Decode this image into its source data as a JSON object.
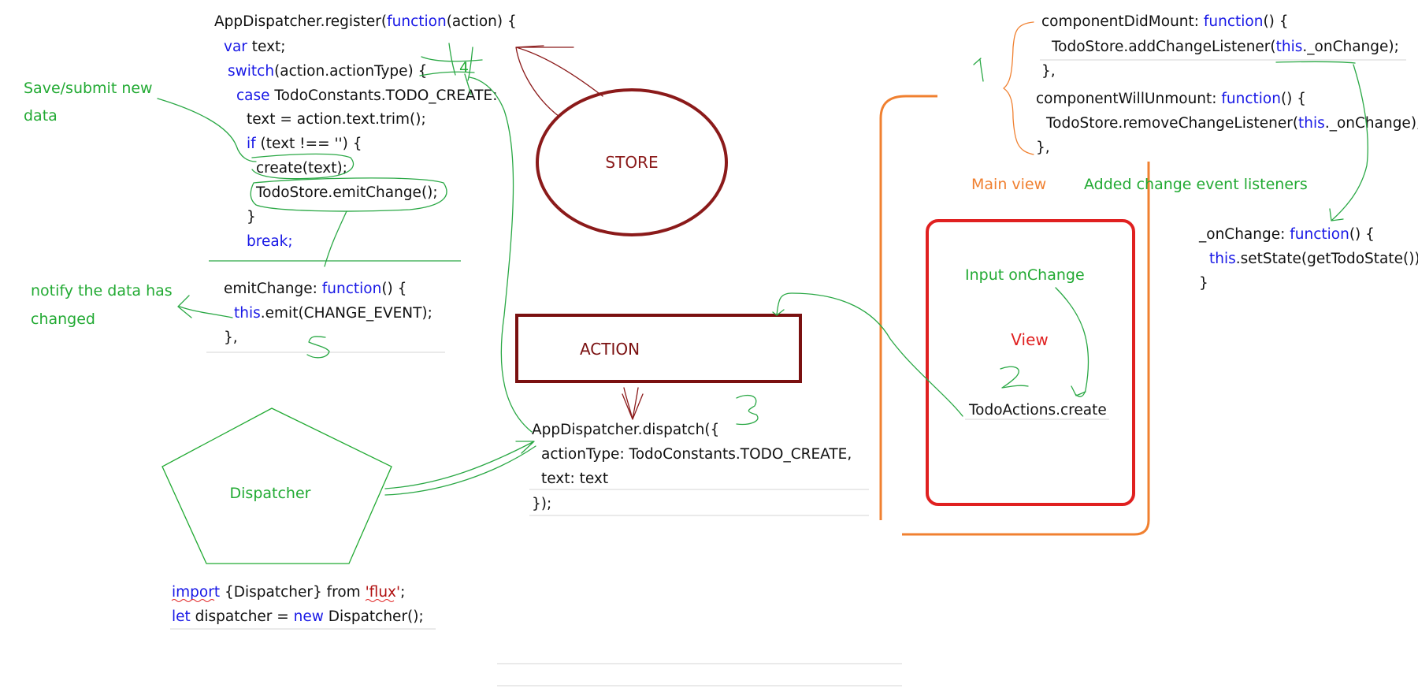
{
  "colors": {
    "store": "#8b1a1a",
    "action": "#7a1010",
    "dispatcher": "#22aa33",
    "notes": "#22aa33",
    "main_view": "#f08030",
    "view": "#e02020",
    "keyword": "#1818e6",
    "string": "#b01010"
  },
  "icons": [
    "store-ellipse",
    "action-rectangle",
    "dispatcher-pentagon",
    "view-rounded-rectangle",
    "main-view-rectangle"
  ],
  "register_code": {
    "l1_a": "AppDispatcher.register(",
    "l1_kw": "function",
    "l1_b": "(action) {",
    "l2_kw": "var",
    "l2_b": " text;",
    "l3_kw": "switch",
    "l3_b": "(action.actionType) {",
    "l4_kw": "case",
    "l4_b": " TodoConstants.TODO_CREATE:",
    "l5": "text = action.text.trim();",
    "l6_kw": "if",
    "l6_b": " (text !== '') {",
    "l7": "create(text);",
    "l8": "TodoStore.emitChange();",
    "l9": "}",
    "l10": "break;"
  },
  "emit_code": {
    "l1_a": "emitChange: ",
    "l1_kw": "function",
    "l1_b": "() {",
    "l2_kw": "this",
    "l2_b": ".emit(CHANGE_EVENT);",
    "l3": "},"
  },
  "dispatch_code": {
    "l1": "AppDispatcher.dispatch({",
    "l2": "actionType: TodoConstants.TODO_CREATE,",
    "l3": "text: text",
    "l4": "});"
  },
  "import_code": {
    "l1_kw": "import",
    "l1_b": " {Dispatcher} from ",
    "l1_str": "'flux'",
    "l1_c": ";",
    "l2_kw": "let",
    "l2_b": " dispatcher = ",
    "l2_kw2": "new",
    "l2_c": " Dispatcher();"
  },
  "lifecycle_code": {
    "l1_a": "componentDidMount: ",
    "l1_kw": "function",
    "l1_b": "() {",
    "l2_a": "TodoStore.addChangeListener(",
    "l2_kw": "this",
    "l2_b": "._onChange);",
    "l3": "},",
    "l4_a": "componentWillUnmount: ",
    "l4_kw": "function",
    "l4_b": "() {",
    "l5_a": "TodoStore.removeChangeListener(",
    "l5_kw": "this",
    "l5_b": "._onChange);",
    "l6": "},"
  },
  "onchange_code": {
    "l1_a": "_onChange: ",
    "l1_kw": "function",
    "l1_b": "() {",
    "l2_kw": "this",
    "l2_b": ".setState(getTodoState());",
    "l3": "}"
  },
  "view_code": {
    "l1": "TodoActions.create"
  },
  "labels": {
    "store": "STORE",
    "action": "ACTION",
    "dispatcher": "Dispatcher",
    "view": "View",
    "main_view": "Main view",
    "input_onchange": "Input onChange",
    "added_listeners": "Added change event listeners",
    "save_submit_1": "Save/submit new",
    "save_submit_2": "data",
    "notify_1": "notify the data has",
    "notify_2": "changed"
  },
  "step_numbers": {
    "one": "1.",
    "two": "2.",
    "three": "3.",
    "four": "4",
    "five": "5"
  }
}
